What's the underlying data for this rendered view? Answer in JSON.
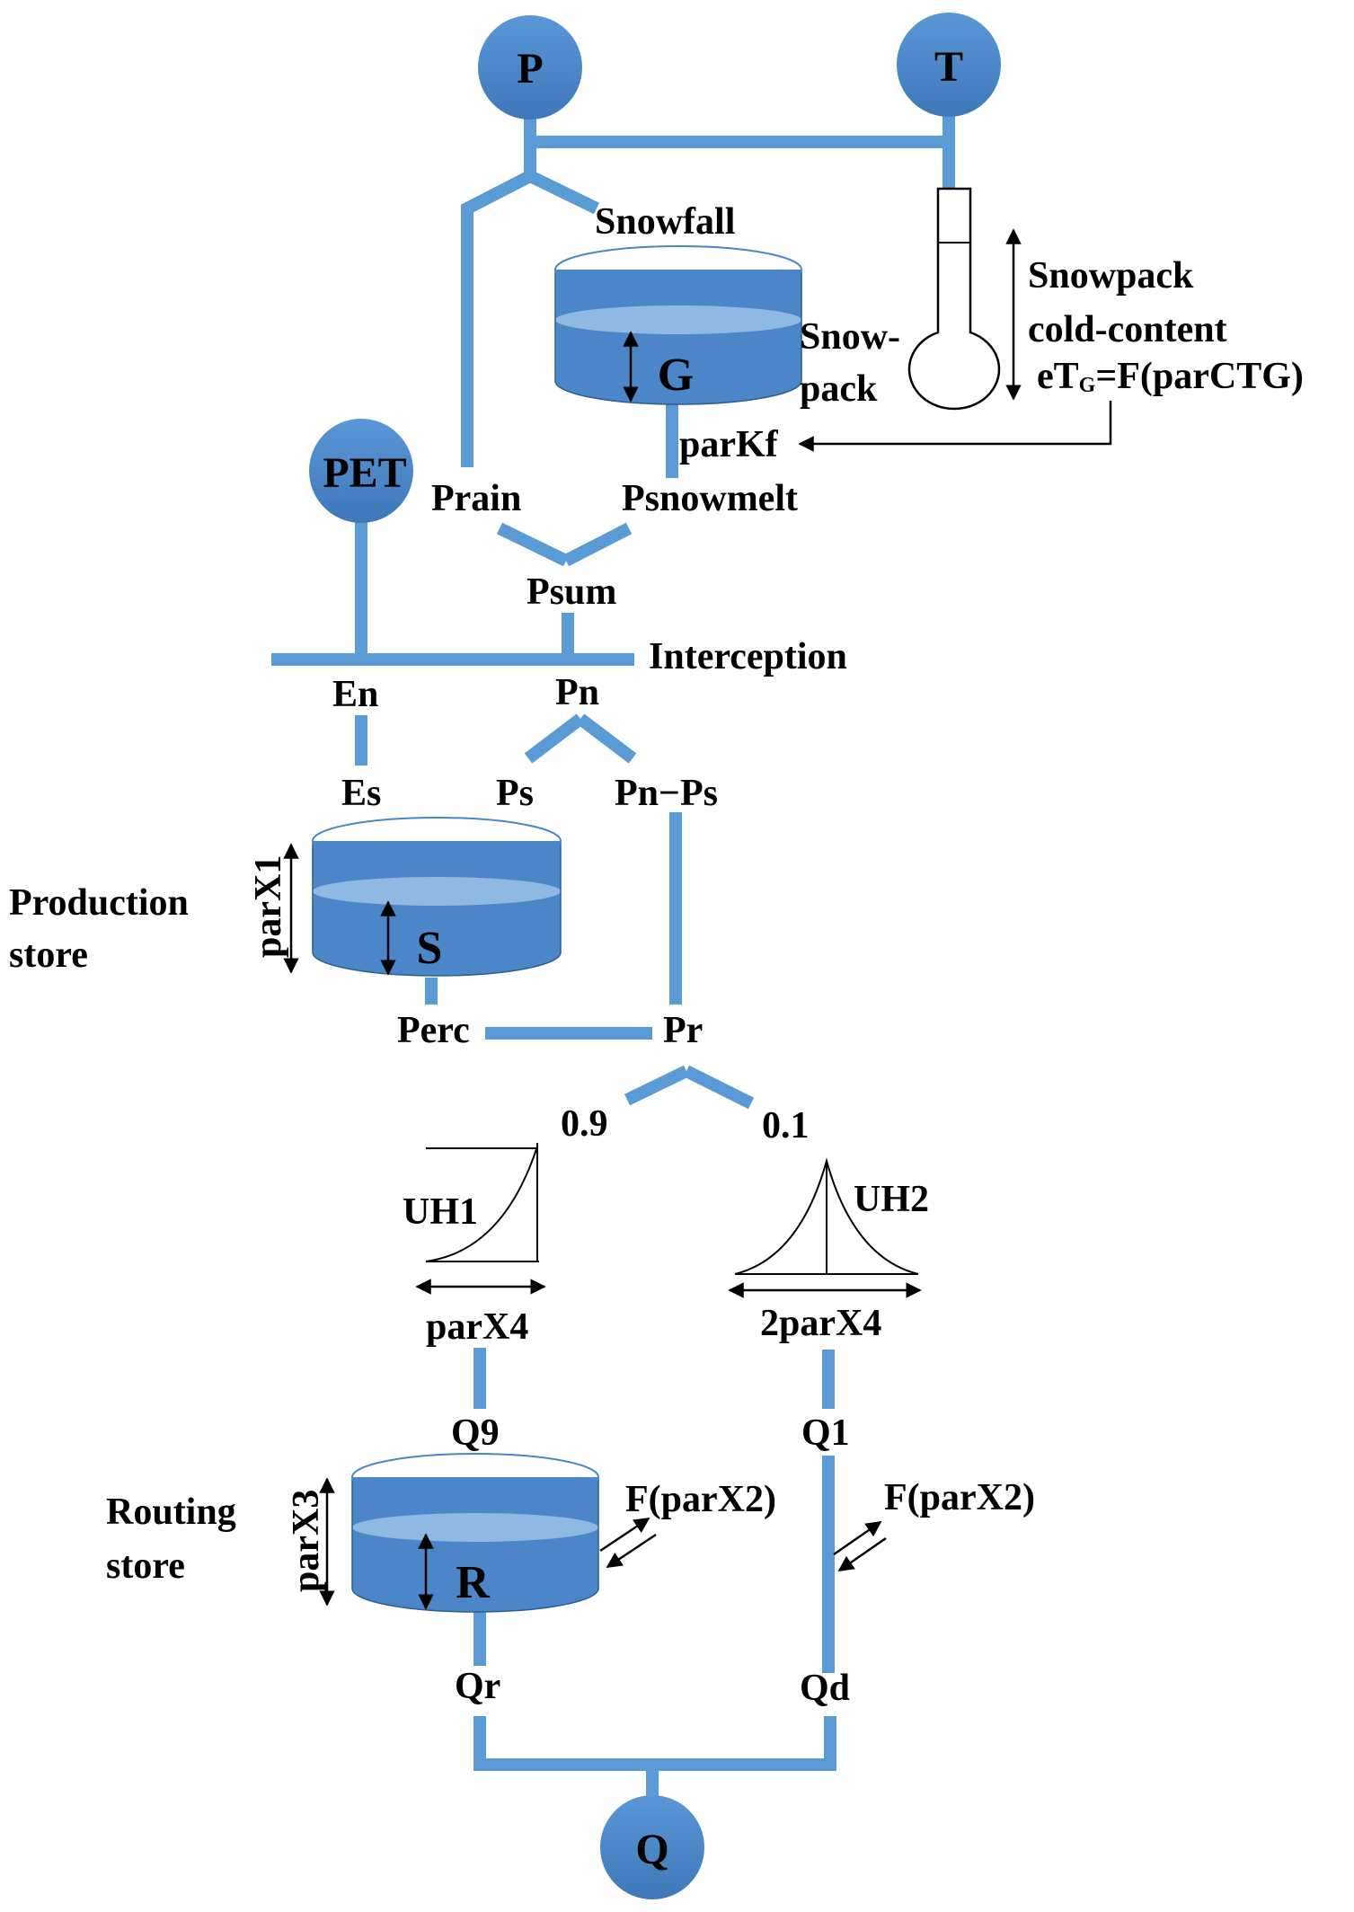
{
  "colors": {
    "pipe": "#5b9bd5",
    "circle": "#4a86c8",
    "water_top": "#8fb8e2",
    "water": "#4a86c8"
  },
  "inputs": {
    "p": "P",
    "t": "T",
    "pet": "PET",
    "q": "Q"
  },
  "snow": {
    "snowfall": "Snowfall",
    "store": "G",
    "store_label_1": "Snow-",
    "store_label_2": "pack",
    "cold_content_1": "Snowpack",
    "cold_content_2": "cold-content",
    "cold_eq_prefix": "eT",
    "cold_eq_sub": "G",
    "cold_eq_suffix": "=F(parCTG)",
    "melt_param": "parKf",
    "prain": "Prain",
    "psnowmelt": "Psnowmelt",
    "psum": "Psum"
  },
  "interception": {
    "label": "Interception",
    "en": "En",
    "pn": "Pn",
    "es": "Es",
    "ps": "Ps",
    "pn_ps": "Pn−Ps"
  },
  "production": {
    "label_1": "Production",
    "label_2": "store",
    "param": "parX1",
    "store": "S",
    "perc": "Perc",
    "pr": "Pr"
  },
  "split": {
    "left": "0.9",
    "right": "0.1"
  },
  "unit_hydrographs": {
    "uh1": "UH1",
    "uh1_param": "parX4",
    "uh2": "UH2",
    "uh2_param": "2parX4"
  },
  "routing": {
    "label_1": "Routing",
    "label_2": "store",
    "param": "parX3",
    "store": "R",
    "q9": "Q9",
    "q1": "Q1",
    "exchange_left": "F(parX2)",
    "exchange_right": "F(parX2)",
    "qr": "Qr",
    "qd": "Qd"
  }
}
